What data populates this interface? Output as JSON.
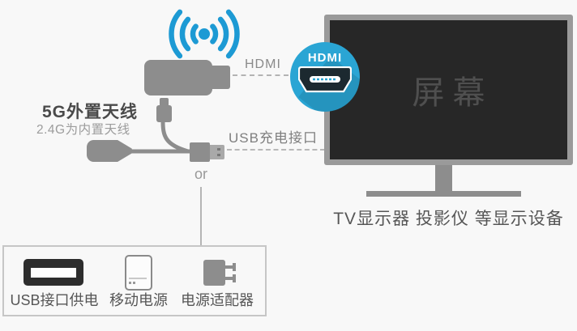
{
  "antenna": {
    "title": "5G外置天线",
    "subtitle": "2.4G为内置天线"
  },
  "hdmi_line_label": "HDMI",
  "usb_line_label": "USB充电接口",
  "or_label": "or",
  "hdmi_badge": {
    "label": "HDMI"
  },
  "tv": {
    "screen_label": "屏幕",
    "caption": "TV显示器 投影仪 等显示设备"
  },
  "power_options": {
    "items": [
      {
        "icon": "usb-port-icon",
        "label": "USB接口供电"
      },
      {
        "icon": "power-bank-icon",
        "label": "移动电源"
      },
      {
        "icon": "power-adapter-icon",
        "label": "电源适配器"
      }
    ]
  },
  "colors": {
    "accent_blue": "#1d9ad4",
    "badge_blue": "#2aa5d4",
    "device_gray": "#8d8d8d",
    "tv_frame_gray": "#9a9a9a",
    "screen_dark": "#272727",
    "background": "#f8f8f8"
  }
}
